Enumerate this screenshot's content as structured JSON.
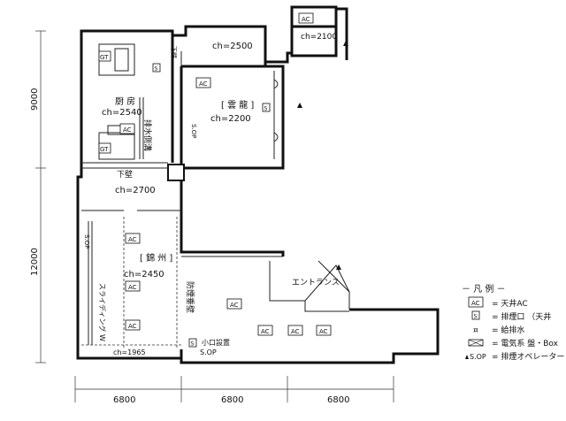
{
  "rooms": {
    "kitchen": {
      "name": "厨 房",
      "ceiling": "ch=2540",
      "drain": "排水側溝"
    },
    "unryu": {
      "name": "[ 雲 龍 ]",
      "ceiling": "ch=2200"
    },
    "corridor_top": {
      "ceiling": "ch=2500"
    },
    "small_room": {
      "ceiling": "ch=2100"
    },
    "hall": {
      "ceiling": "ch=2700",
      "downwall": "下壁"
    },
    "kinshu": {
      "name": "[ 錦 州 ]",
      "ceiling": "ch=2450",
      "partition": "防煙垂壁"
    },
    "entrance": {
      "name": "エントランス"
    },
    "bottom_strip": {
      "ceiling": "ch=1965",
      "small_exhaust": "小口設置",
      "sop": "S.OP"
    }
  },
  "labels": {
    "ac": "AC",
    "gt": "GT",
    "s_mark": "S",
    "sop": "S.OP",
    "downwall_vertical": "下壁",
    "sliding_wall": "スライディング W"
  },
  "dimensions": {
    "left": [
      "9000",
      "12000"
    ],
    "bottom": [
      "6800",
      "6800",
      "6800"
    ]
  },
  "legend": {
    "title": "－ 凡 例 －",
    "items": [
      {
        "symbol": "AC",
        "text": "= 天井AC",
        "icon": "ac-box-icon"
      },
      {
        "symbol": "S",
        "text": "= 排煙口 （天井",
        "icon": "smoke-vent-icon"
      },
      {
        "symbol": "¤",
        "text": "= 給排水",
        "icon": "water-supply-icon"
      },
      {
        "symbol": "",
        "text": "= 電気系 盤・Box",
        "icon": "electric-panel-icon"
      },
      {
        "symbol": "S.OP",
        "text": "= 排煙オペレーター",
        "icon": "smoke-operator-icon"
      }
    ]
  }
}
